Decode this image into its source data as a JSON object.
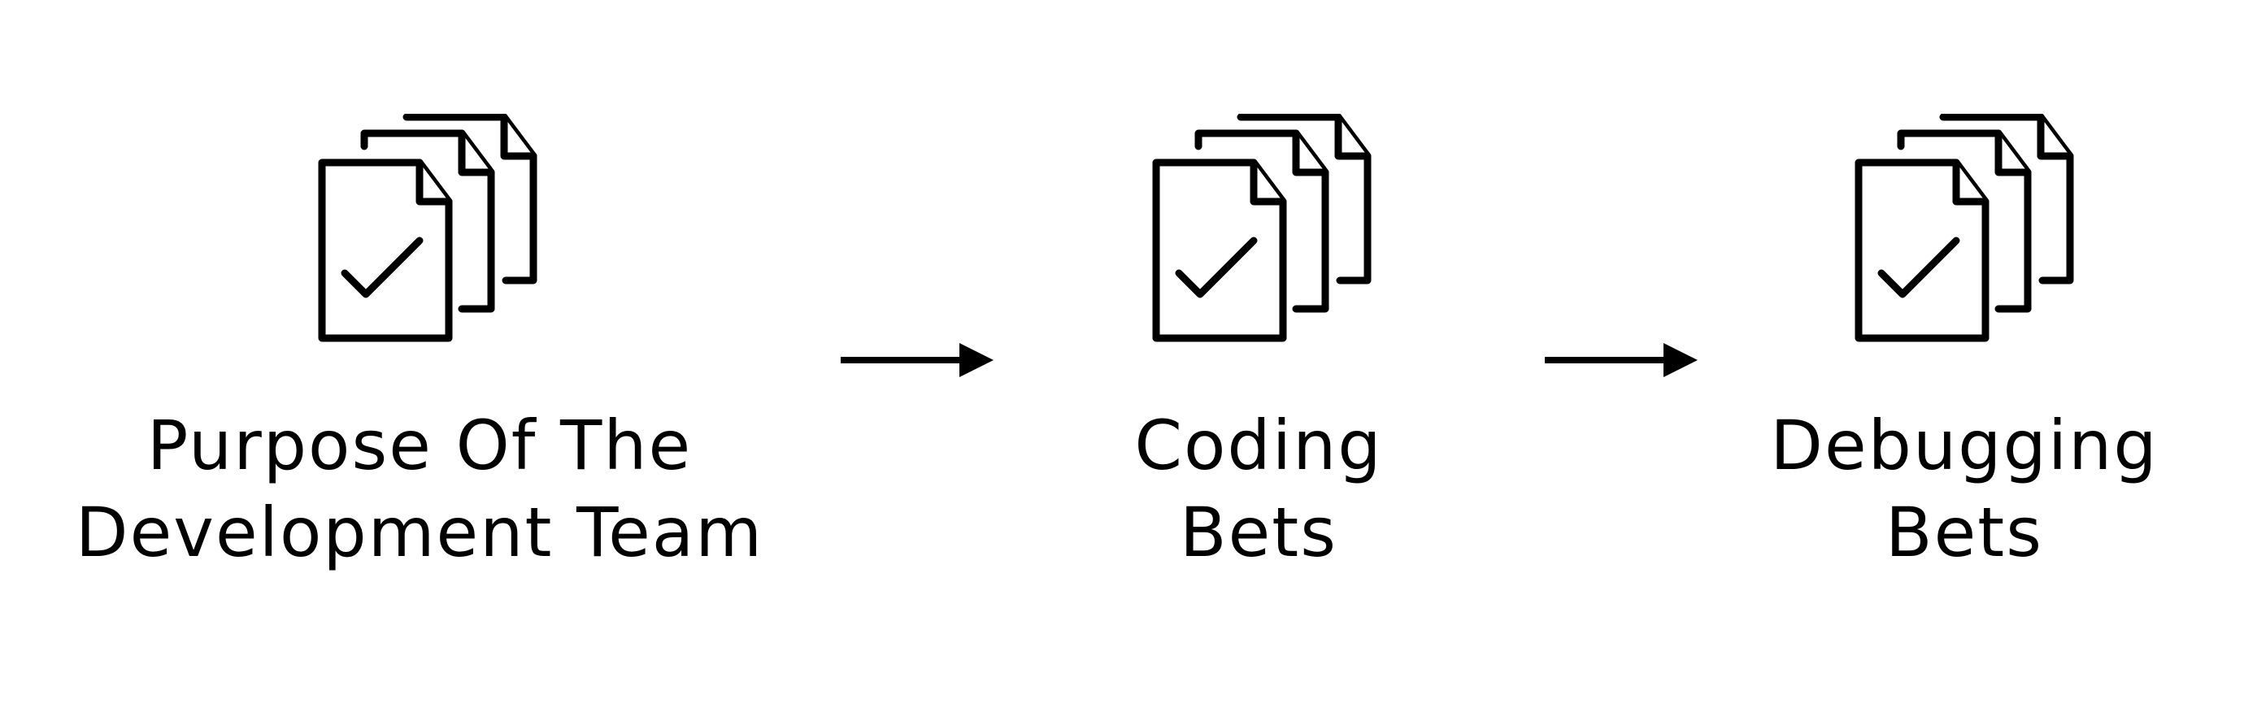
{
  "steps": [
    {
      "label_line1": "Purpose Of The",
      "label_line2": "Development Team",
      "icon": "documents-check-icon"
    },
    {
      "label_line1": "Coding",
      "label_line2": "Bets",
      "icon": "documents-check-icon"
    },
    {
      "label_line1": "Debugging",
      "label_line2": "Bets",
      "icon": "documents-check-icon"
    }
  ],
  "connector": "right-arrow-icon",
  "colors": {
    "stroke": "#000000",
    "background": "#ffffff"
  }
}
